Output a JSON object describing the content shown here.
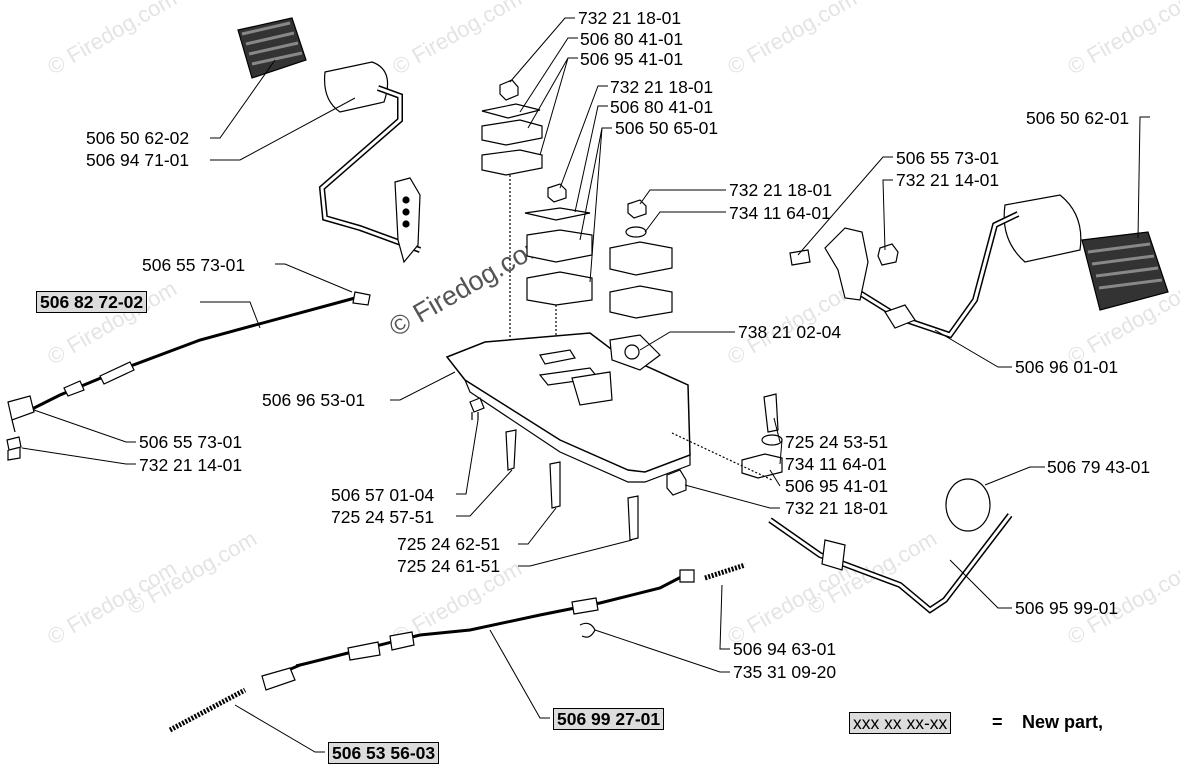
{
  "watermark": {
    "text": "© Firedog.com",
    "center_text": "© Firedog.com"
  },
  "labels": {
    "p1": "732 21 18-01",
    "p2": "506 80 41-01",
    "p3": "506 95 41-01",
    "p4": "732 21 18-01",
    "p5": "506 80 41-01",
    "p6": "506 50 65-01",
    "p7": "732 21 18-01",
    "p8": "734 11 64-01",
    "p9": "506 50 62-02",
    "p10": "506 94 71-01",
    "p11": "506 50 62-01",
    "p12": "506 55 73-01",
    "p13": "732 21 14-01",
    "p14": "506 55 73-01",
    "p15": "506 96 01-01",
    "p16": "738 21 02-04",
    "p17": "506 96 53-01",
    "p18": "506 55 73-01",
    "p19": "732 21 14-01",
    "p20": "725 24 53-51",
    "p21": "734 11 64-01",
    "p22": "506 95 41-01",
    "p23": "732 21 18-01",
    "p24": "506 57 01-04",
    "p25": "725 24 57-51",
    "p26": "725 24 62-51",
    "p27": "725 24 61-51",
    "p28": "506 79 43-01",
    "p29": "506 95 99-01",
    "p30": "506 94 63-01",
    "p31": "735 31 09-20"
  },
  "boxed_labels": {
    "b1": "506 82 72-02",
    "b2": "506 99 27-01",
    "b3": "506 53 56-03"
  },
  "legend": {
    "sample": "xxx xx xx-xx",
    "equals": "=",
    "text": "New part,"
  }
}
